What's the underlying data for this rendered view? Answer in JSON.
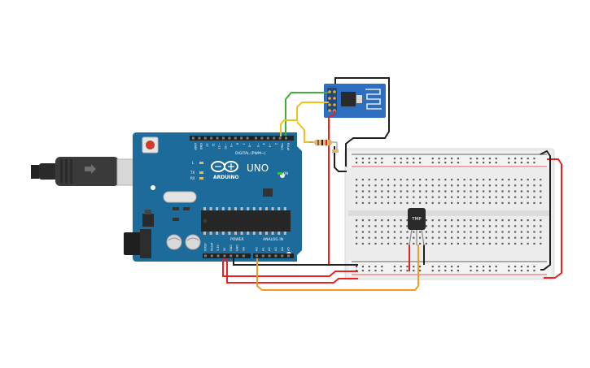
{
  "board": {
    "model": "UNO",
    "brand": "ARDUINO",
    "digital_header": "DIGITAL (PWM~)",
    "power_header": "POWER",
    "analog_header": "ANALOG IN",
    "on_label": "ON",
    "tx_label": "TX",
    "rx_label": "RX",
    "l_label": "L",
    "reset_label": "RESET",
    "digital_pins": [
      "AREF",
      "GND",
      "13",
      "12",
      "~11",
      "~10",
      "~9",
      "8",
      "7",
      "~6",
      "~5",
      "4",
      "~3",
      "2",
      "TX▸1",
      "RX◂0"
    ],
    "power_pins": [
      "IOREF",
      "RESET",
      "3.3V",
      "5V",
      "GND",
      "GND",
      "Vin"
    ],
    "analog_pins": [
      "A0",
      "A1",
      "A2",
      "A3",
      "A4",
      "A5"
    ]
  },
  "sensor": {
    "label": "TMP"
  },
  "colors": {
    "board_blue": "#1d6b9a",
    "wire_red": "#e8231f",
    "wire_black": "#202020",
    "wire_orange": "#f39a21",
    "wire_green": "#3fae3b",
    "wire_yellow": "#f2c11a",
    "esp_blue": "#2d6ec0",
    "breadboard": "#ececec"
  },
  "icons": [
    "usb-cable-icon",
    "power-jack-icon",
    "reset-button-icon",
    "infinity-logo-icon",
    "wifi-antenna-icon"
  ]
}
